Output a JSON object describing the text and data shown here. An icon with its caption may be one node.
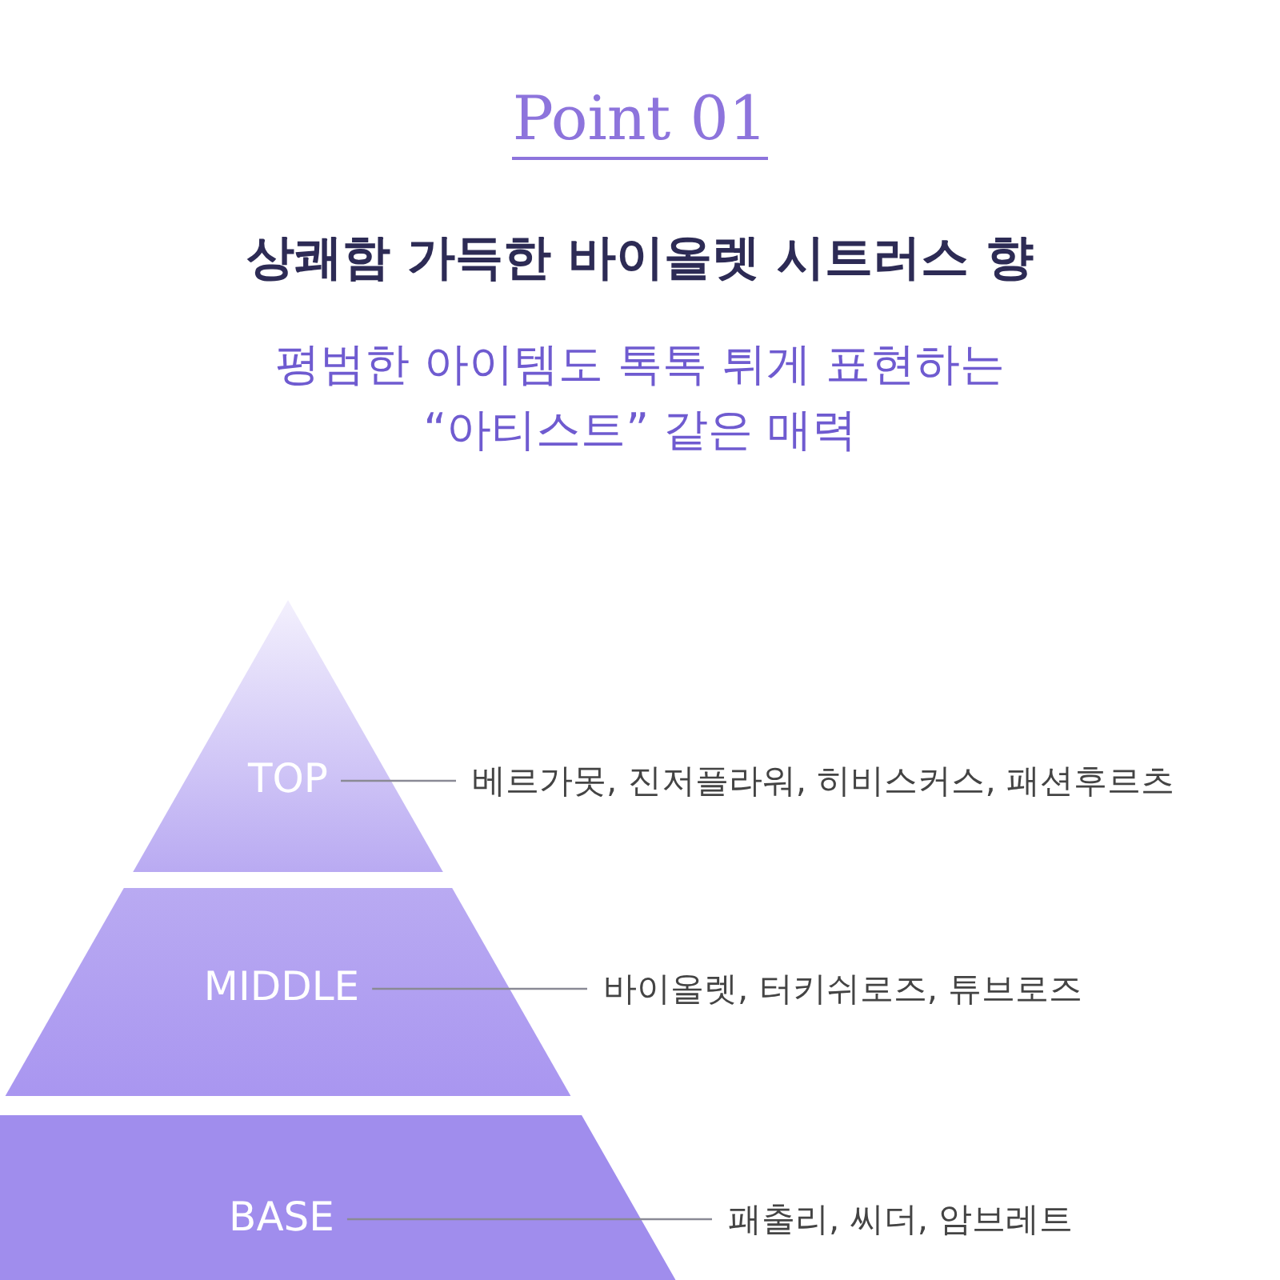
{
  "diagram": {
    "title": "Point 01",
    "nodes": [
      {
        "text": [
          "TOP"
        ]
      },
      {
        "text": [
          "MIDDLE"
        ]
      },
      {
        "text": [
          "BASE"
        ]
      },
      {
        "text": [
          "베르가못, 진저플라워, 히비스커스, 패션후르츠"
        ]
      },
      {
        "text": [
          "바이올렛, 터키쉬로즈, 튜브로즈"
        ]
      },
      {
        "text": [
          "패출리, 씨더, 암브레트"
        ]
      }
    ],
    "edges": [
      {
        "from": 0,
        "to": 3,
        "arrow": "none"
      },
      {
        "from": 1,
        "to": 4,
        "arrow": "none"
      },
      {
        "from": 2,
        "to": 5,
        "arrow": "none"
      }
    ],
    "labels": [
      "상쾌함 가득한 바이올렛 시트러스 향",
      "평범한 아이템도 톡톡 튀게 표현하는 “아티스트” 같은 매력"
    ]
  }
}
